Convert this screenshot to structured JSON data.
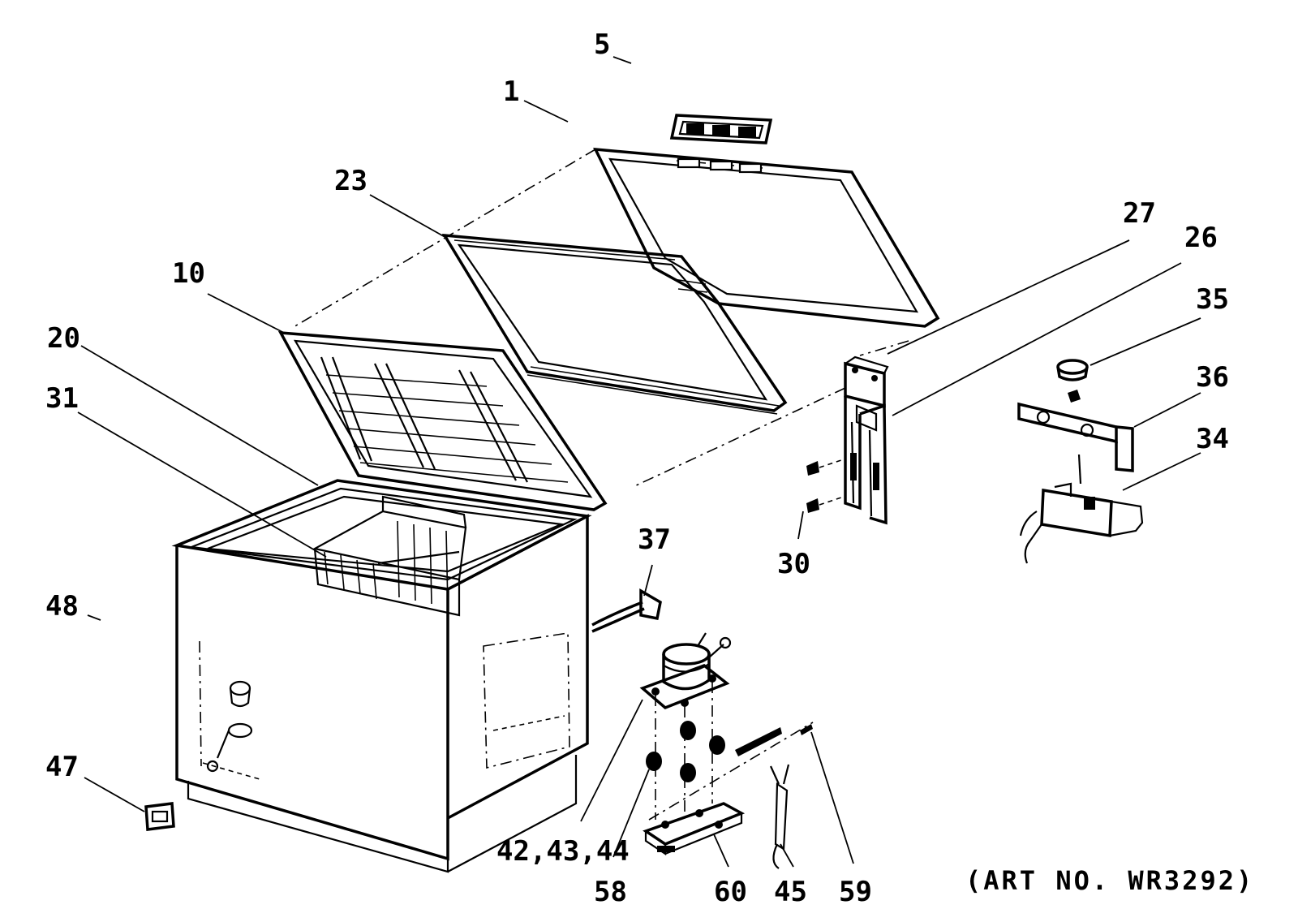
{
  "diagram": {
    "art_number": "(ART NO. WR3292)",
    "part_labels": [
      {
        "id": "p5",
        "text": "5"
      },
      {
        "id": "p1",
        "text": "1"
      },
      {
        "id": "p23",
        "text": "23"
      },
      {
        "id": "p27",
        "text": "27"
      },
      {
        "id": "p26",
        "text": "26"
      },
      {
        "id": "p10",
        "text": "10"
      },
      {
        "id": "p35",
        "text": "35"
      },
      {
        "id": "p20",
        "text": "20"
      },
      {
        "id": "p36",
        "text": "36"
      },
      {
        "id": "p31",
        "text": "31"
      },
      {
        "id": "p34",
        "text": "34"
      },
      {
        "id": "p37",
        "text": "37"
      },
      {
        "id": "p30",
        "text": "30"
      },
      {
        "id": "p48",
        "text": "48"
      },
      {
        "id": "p47",
        "text": "47"
      },
      {
        "id": "p424344",
        "text": "42,43,44"
      },
      {
        "id": "p58",
        "text": "58"
      },
      {
        "id": "p60",
        "text": "60"
      },
      {
        "id": "p45",
        "text": "45"
      },
      {
        "id": "p59",
        "text": "59"
      }
    ]
  }
}
